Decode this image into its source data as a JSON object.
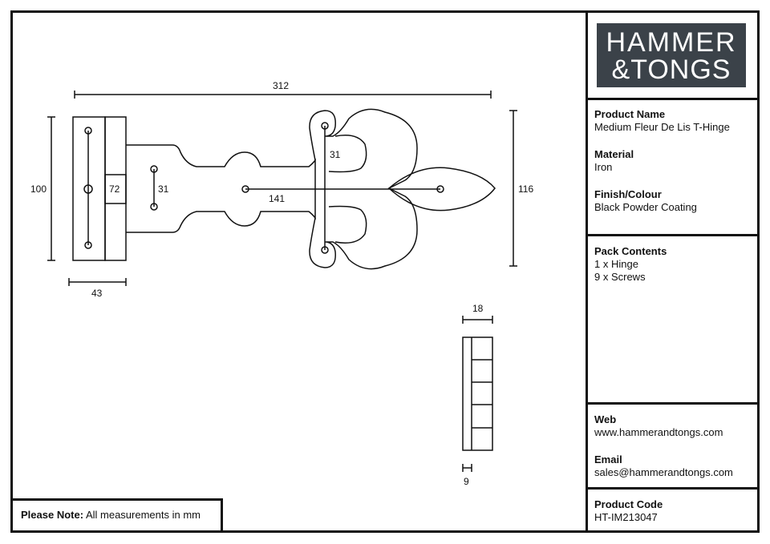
{
  "logo": {
    "line1": "HAMMER",
    "line2": "&TONGS"
  },
  "product": {
    "name_label": "Product Name",
    "name_value": "Medium Fleur De Lis T-Hinge",
    "material_label": "Material",
    "material_value": "Iron",
    "finish_label": "Finish/Colour",
    "finish_value": "Black Powder Coating"
  },
  "pack": {
    "label": "Pack Contents",
    "items": [
      "1 x Hinge",
      "9 x Screws"
    ]
  },
  "contact": {
    "web_label": "Web",
    "web_value": "www.hammerandtongs.com",
    "email_label": "Email",
    "email_value": "sales@hammerandtongs.com"
  },
  "code": {
    "label": "Product Code",
    "value": "HT-IM213047"
  },
  "note": {
    "label": "Please Note:",
    "text": "All measurements in mm"
  },
  "dimensions": {
    "overall_length": "312",
    "height_left": "100",
    "height_right": "116",
    "plate_width": "43",
    "plate_height": "72",
    "hole_spacing_strap": "31",
    "hole_spacing_fleur": "31",
    "strap_length": "141",
    "side_width": "18",
    "thickness": "9"
  }
}
